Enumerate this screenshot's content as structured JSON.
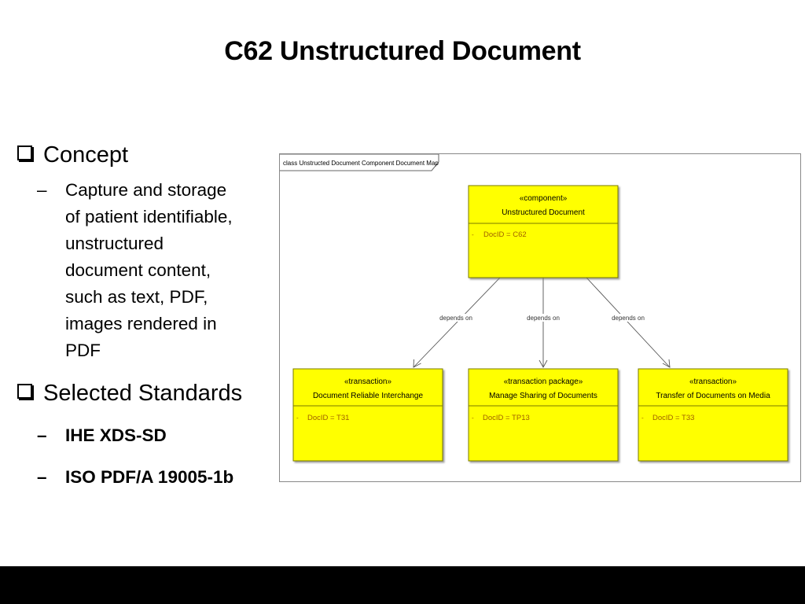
{
  "slide": {
    "title": "C62 Unstructured Document"
  },
  "concept": {
    "heading": "Concept",
    "lines": [
      "Capture and storage",
      "of patient identifiable,",
      "unstructured",
      "document content,",
      "such as text, PDF,",
      "images rendered in",
      "PDF"
    ]
  },
  "standards": {
    "heading": "Selected Standards",
    "items": [
      "IHE XDS-SD",
      "ISO PDF/A 19005-1b"
    ]
  },
  "diagram": {
    "frame_label": "class Unstructed Document Component Document Map",
    "box_fill": "#ffff00",
    "component": {
      "stereotype": "«component»",
      "name": "Unstructured Document",
      "attribute": "DocID = C62"
    },
    "edge_label": "depends on",
    "targets": [
      {
        "stereotype": "«transaction»",
        "name": "Document Reliable Interchange",
        "attribute": "DocID = T31"
      },
      {
        "stereotype": "«transaction package»",
        "name": "Manage Sharing of Documents",
        "attribute": "DocID = TP13"
      },
      {
        "stereotype": "«transaction»",
        "name": "Transfer of Documents on Media",
        "attribute": "DocID = T33"
      }
    ]
  }
}
